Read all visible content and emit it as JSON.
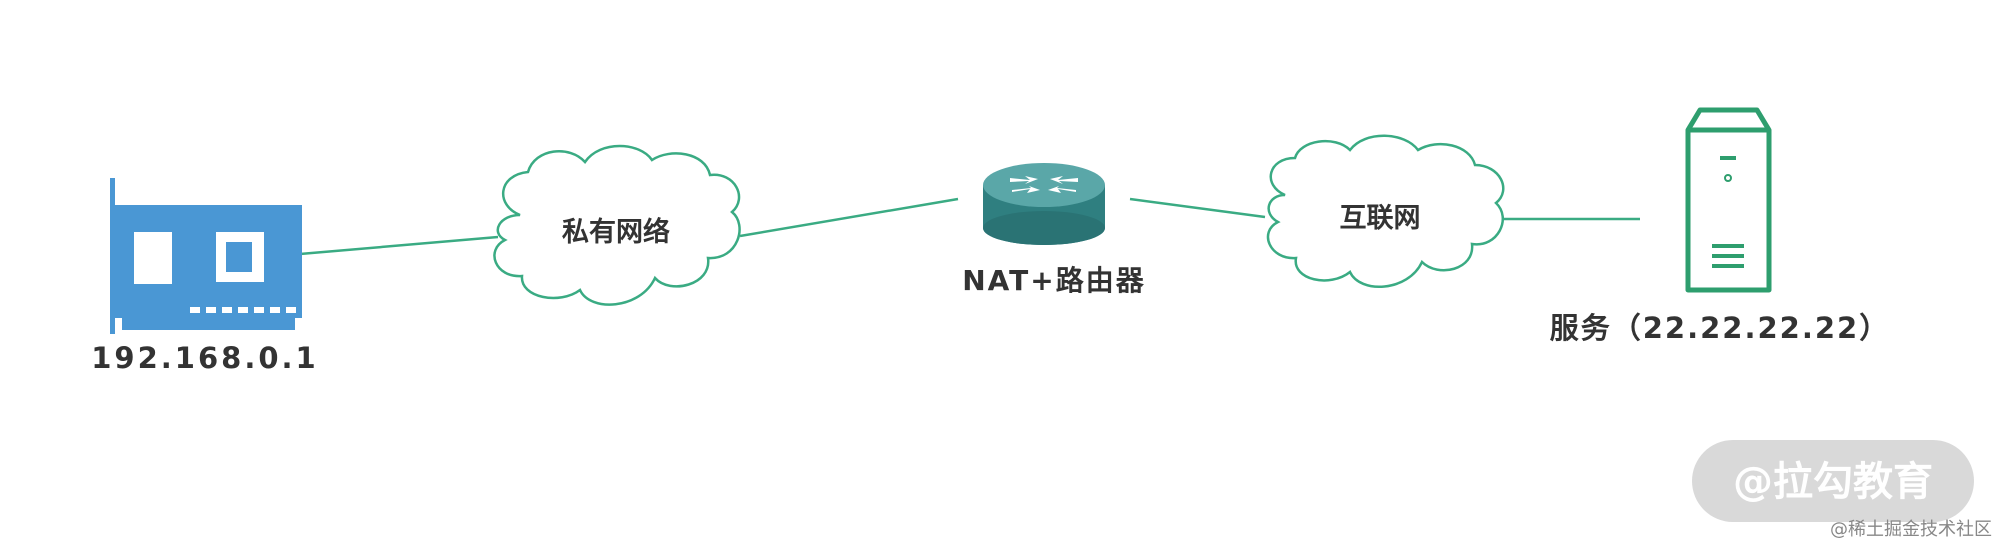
{
  "nodes": {
    "nic": {
      "label": "192.168.0.1",
      "icon": "network-card-icon"
    },
    "private_network": {
      "label": "私有网络",
      "icon": "cloud-icon"
    },
    "router": {
      "label": "NAT+路由器",
      "icon": "router-icon"
    },
    "internet": {
      "label": "互联网",
      "icon": "cloud-icon"
    },
    "server": {
      "label": "服务（22.22.22.22）",
      "icon": "server-icon"
    }
  },
  "watermark": {
    "text": "@拉勾教育"
  },
  "credit": {
    "text": "@稀土掘金技术社区"
  },
  "colors": {
    "line": "#3aab83",
    "nic_blue": "#4a97d4",
    "router_teal": "#3a8a8c",
    "server_green": "#2e9e6e",
    "label": "#333333",
    "watermark_bg": "#d9d9d9"
  }
}
